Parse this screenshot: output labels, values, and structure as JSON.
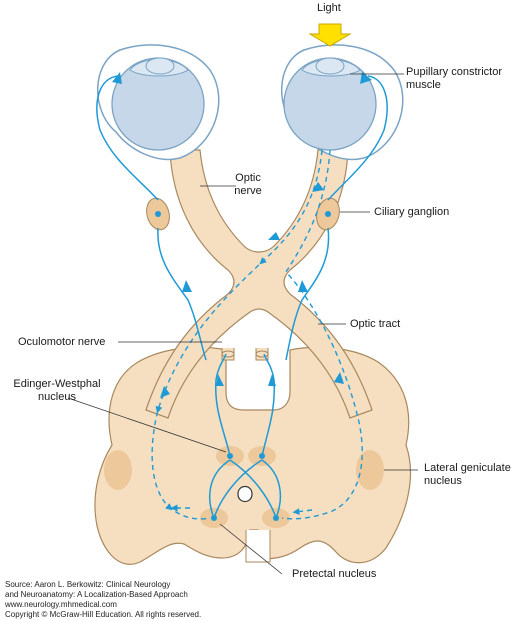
{
  "labels": {
    "light": "Light",
    "pupillary_constrictor": [
      "Pupillary constrictor",
      "muscle"
    ],
    "optic_nerve": [
      "Optic",
      "nerve"
    ],
    "ciliary_ganglion": "Ciliary ganglion",
    "optic_tract": "Optic tract",
    "oculomotor_nerve": "Oculomotor nerve",
    "edinger_westphal": [
      "Edinger-Westphal",
      "nucleus"
    ],
    "lateral_geniculate": [
      "Lateral geniculate",
      "nucleus"
    ],
    "pretectal_nucleus": "Pretectal nucleus"
  },
  "source": [
    "Source: Aaron L. Berkowitz: Clinical Neurology",
    "and Neuroanatomy: A Localization-Based Approach",
    "www.neurology.mhmedical.com",
    "Copyright © McGraw-Hill Education. All rights reserved."
  ],
  "colors": {
    "tissue": "#f6dfc1",
    "tissue_outline": "#a8885e",
    "nucleus": "#ecc89a",
    "pathway": "#1e9ad6",
    "eye": "#c5d7e8",
    "light_arrow": "#ffe000",
    "leader": "#333333"
  }
}
